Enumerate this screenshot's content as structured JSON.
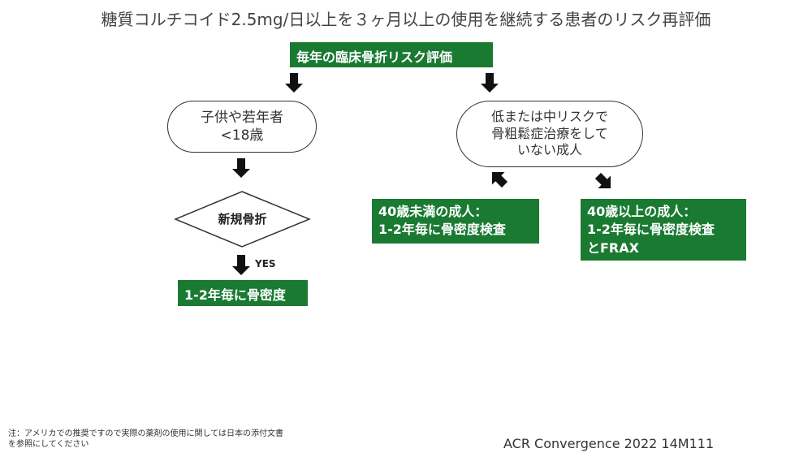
{
  "title": "糖質コルチコイド2.5mg/日以上を３ヶ月以上の使用を継続する患者のリスク再評価",
  "nodes": {
    "root": "毎年の臨床骨折リスク評価",
    "children": "子供や若年者\n<18歳",
    "fracture_decision": "新規骨折",
    "yes_label": "YES",
    "children_result": "1-2年毎に骨密度",
    "low_mid_risk_adults": "低または中リスクで\n骨粗鬆症治療をして\nいない成人",
    "under_40": "40歳未満の成人：\n1-2年毎に骨密度検査",
    "over_40": "40歳以上の成人：\n1-2年毎に骨密度検査\nとFRAX"
  },
  "footnote": "注：アメリカでの推奨ですので実際の薬剤の使用に関しては日本の添付文書\nを参照にしてください",
  "credit": "ACR Convergence 2022 14M111",
  "colors": {
    "green_box": "#1a7a32",
    "box_text": "#ffffff",
    "outline": "#333333",
    "arrow": "#111111"
  }
}
